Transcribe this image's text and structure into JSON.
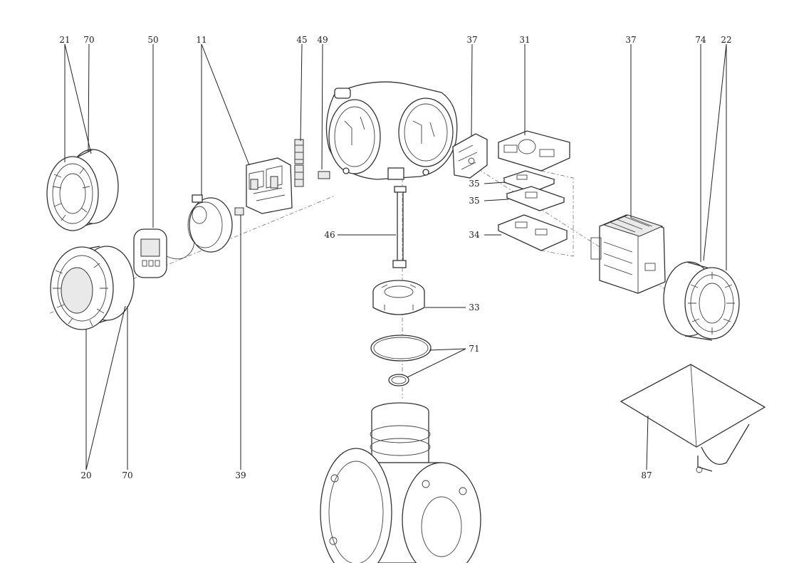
{
  "callouts": {
    "c21": "21",
    "c70_top": "70",
    "c50": "50",
    "c11": "11",
    "c45": "45",
    "c49": "49",
    "c37_left": "37",
    "c31": "31",
    "c37_right": "37",
    "c74": "74",
    "c22": "22",
    "c35_a": "35",
    "c35_b": "35",
    "c34": "34",
    "c46": "46",
    "c33": "33",
    "c71": "71",
    "c20": "20",
    "c70_bottom": "70",
    "c39": "39",
    "c87": "87"
  }
}
